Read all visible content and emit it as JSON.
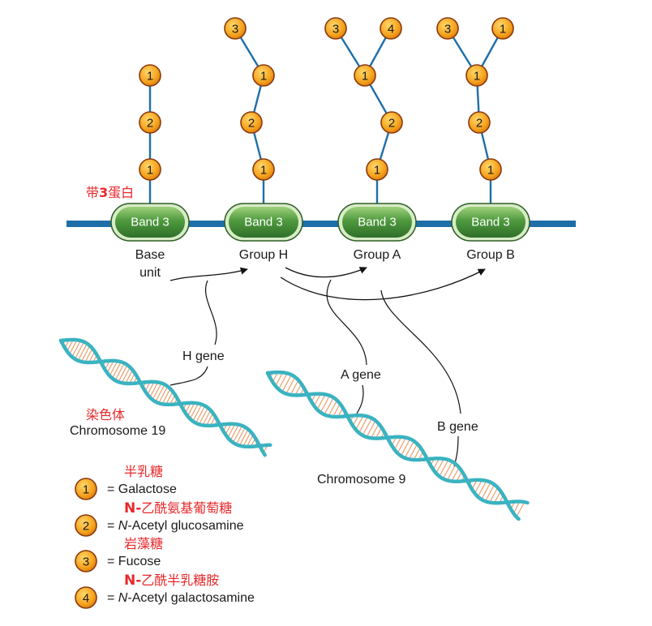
{
  "protein_label_cn_prefix": "带",
  "protein_label_cn_num": "3",
  "protein_label_cn_suffix": "蛋白",
  "band_label": "Band 3",
  "groups": [
    {
      "label_line1": "Base",
      "label_line2": "unit",
      "chain": [
        "1",
        "2",
        "1"
      ],
      "branches": []
    },
    {
      "label_line1": "Group H",
      "label_line2": "",
      "chain": [
        "1",
        "2",
        "1",
        "3"
      ],
      "branches": []
    },
    {
      "label_line1": "Group A",
      "label_line2": "",
      "chain": [
        "1",
        "2",
        "1"
      ],
      "branches": [
        "3",
        "4"
      ]
    },
    {
      "label_line1": "Group B",
      "label_line2": "",
      "chain": [
        "1",
        "2",
        "1"
      ],
      "branches": [
        "3",
        "1"
      ]
    }
  ],
  "genes": {
    "h": "H gene",
    "a": "A gene",
    "b": "B gene"
  },
  "chromosomes": {
    "c19_cn": "染色体",
    "c19": "Chromosome 19",
    "c9": "Chromosome 9"
  },
  "legend": [
    {
      "num": "1",
      "cn_bold": "",
      "cn": "半乳糖",
      "eq": "=",
      "en_italic": "",
      "en": " Galactose"
    },
    {
      "num": "2",
      "cn_bold": "N-",
      "cn": "乙酰氨基葡萄糖",
      "eq": "=",
      "en_italic": "N",
      "en": "-Acetyl glucosamine"
    },
    {
      "num": "3",
      "cn_bold": "",
      "cn": "岩藻糖",
      "eq": "=",
      "en_italic": "",
      "en": " Fucose"
    },
    {
      "num": "4",
      "cn_bold": "N-",
      "cn": "乙酰半乳糖胺",
      "eq": "=",
      "en_italic": "N",
      "en": "-Acetyl galactosamine"
    }
  ],
  "colors": {
    "membrane": "#1e6fa8",
    "band_fill": "#4f9a3e",
    "sugar_fill": "#f6a41f",
    "sugar_stroke": "#8a3a0e",
    "dna_strand": "#3ab3c1",
    "dna_rung": "#e8a070",
    "red_text": "#e8282a"
  }
}
